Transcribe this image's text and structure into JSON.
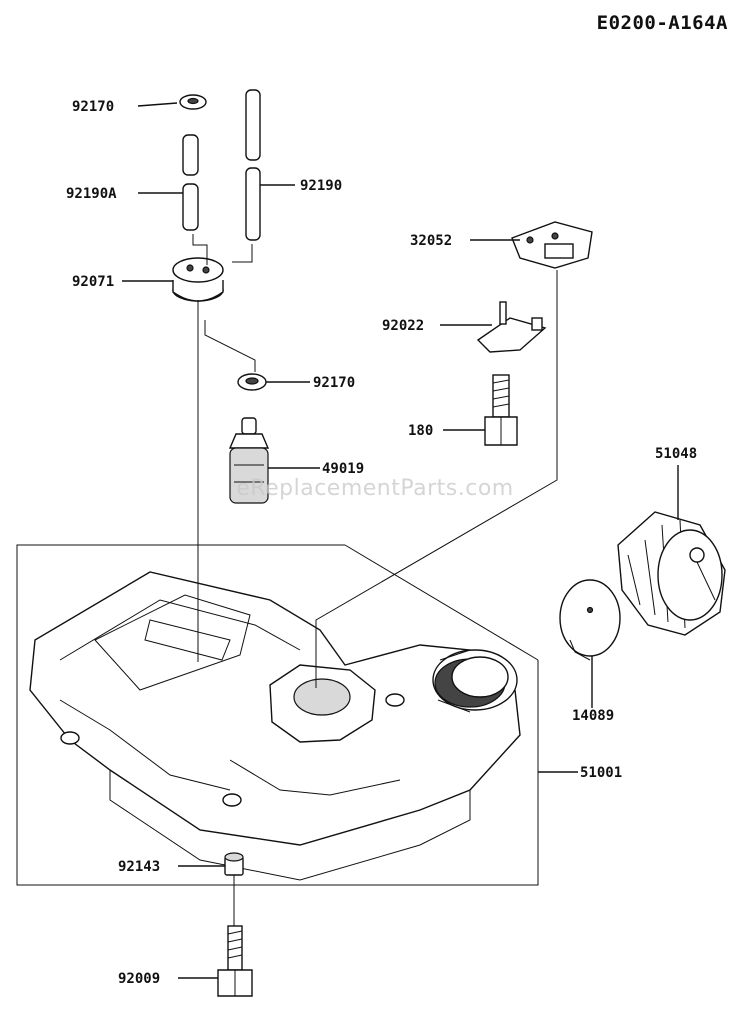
{
  "diagram": {
    "id": "E0200-A164A",
    "watermark": "eReplacementParts.com"
  },
  "parts": [
    {
      "number": "92170"
    },
    {
      "number": "92190A"
    },
    {
      "number": "92190"
    },
    {
      "number": "92071"
    },
    {
      "number": "92170"
    },
    {
      "number": "49019"
    },
    {
      "number": "32052"
    },
    {
      "number": "92022"
    },
    {
      "number": "180"
    },
    {
      "number": "51048"
    },
    {
      "number": "14089"
    },
    {
      "number": "51001"
    },
    {
      "number": "92143"
    },
    {
      "number": "92009"
    }
  ]
}
